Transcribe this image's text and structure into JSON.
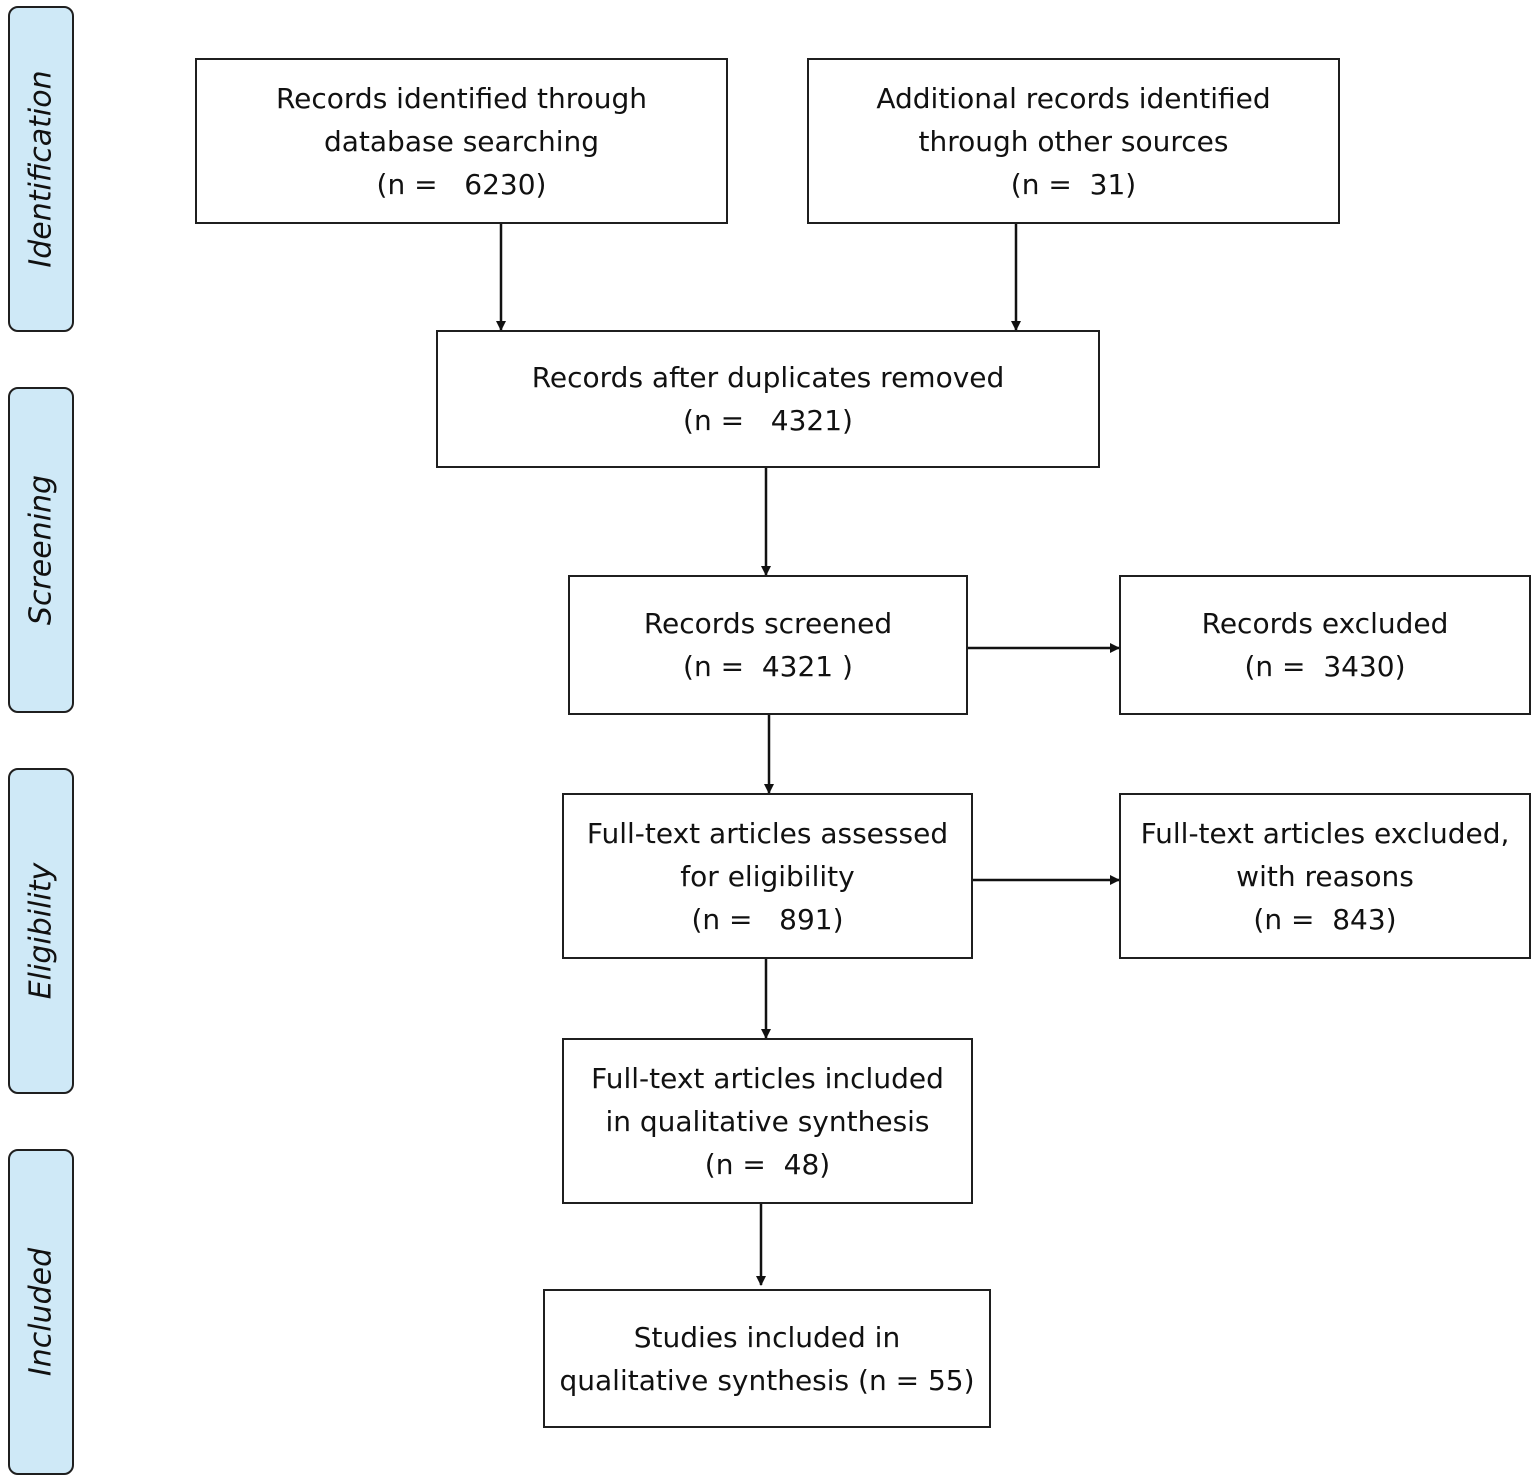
{
  "phases": {
    "identification": "Identification",
    "screening": "Screening",
    "eligibility": "Eligibility",
    "included": "Included"
  },
  "boxes": {
    "db_search": {
      "lines": [
        "Records identified through",
        "database searching",
        "(n =   6230)"
      ]
    },
    "other_sources": {
      "lines": [
        "Additional records identified",
        "through other sources",
        "(n =  31)"
      ]
    },
    "after_duplicates": {
      "lines": [
        "Records after duplicates removed",
        "(n =   4321)"
      ]
    },
    "screened": {
      "lines": [
        "Records screened",
        "(n =  4321 )"
      ]
    },
    "excluded": {
      "lines": [
        "Records excluded",
        "(n =  3430)"
      ]
    },
    "fulltext_assessed": {
      "lines": [
        "Full-text articles assessed",
        "for eligibility",
        "(n =   891)"
      ]
    },
    "fulltext_excluded": {
      "lines": [
        "Full-text articles excluded,",
        "with reasons",
        "(n =  843)"
      ]
    },
    "fulltext_included": {
      "lines": [
        "Full-text articles included",
        "in qualitative synthesis",
        "(n =  48)"
      ]
    },
    "studies_included": {
      "lines": [
        "Studies included in",
        "qualitative synthesis (n = 55)"
      ]
    }
  }
}
